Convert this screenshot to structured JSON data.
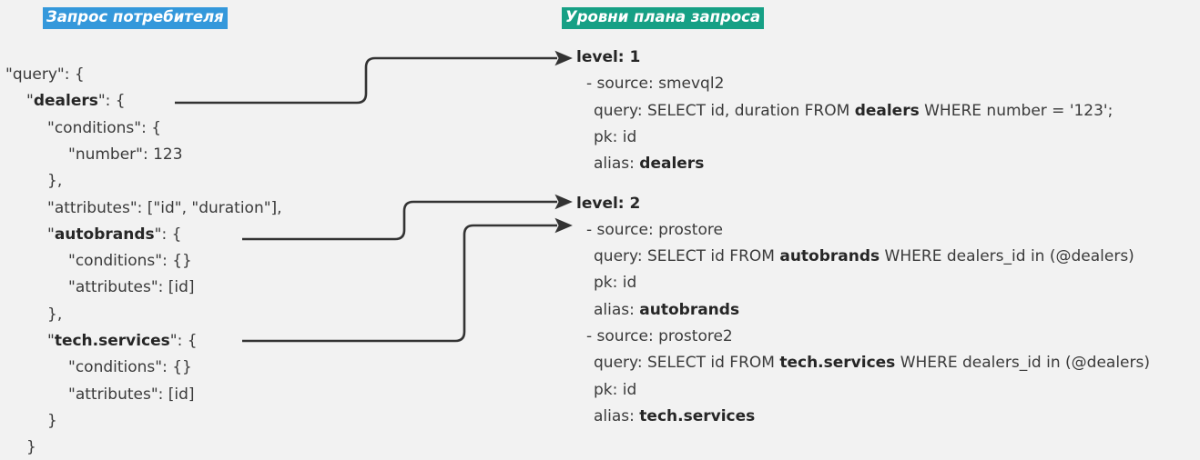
{
  "labels": {
    "left": "Запрос потребителя",
    "right": "Уровни плана запроса",
    "left_bg": "#3498db",
    "right_bg": "#16a085"
  },
  "consumer_query": {
    "lines": [
      {
        "indent": 0,
        "text": "\"query\": {"
      },
      {
        "indent": 1,
        "pre": "\"",
        "bold": "dealers",
        "post": "\": {"
      },
      {
        "indent": 2,
        "text": "\"conditions\": {"
      },
      {
        "indent": 3,
        "text": "\"number\": 123"
      },
      {
        "indent": 2,
        "text": "},"
      },
      {
        "indent": 2,
        "text": "\"attributes\": [\"id\", \"duration\"],"
      },
      {
        "indent": 2,
        "pre": "\"",
        "bold": "autobrands",
        "post": "\": {"
      },
      {
        "indent": 3,
        "text": "\"conditions\": {}"
      },
      {
        "indent": 3,
        "text": "\"attributes\": [id]"
      },
      {
        "indent": 2,
        "text": "},"
      },
      {
        "indent": 2,
        "pre": "\"",
        "bold": "tech.services",
        "post": "\": {"
      },
      {
        "indent": 3,
        "text": "\"conditions\": {}"
      },
      {
        "indent": 3,
        "text": "\"attributes\": [id]"
      },
      {
        "indent": 2,
        "text": "}"
      },
      {
        "indent": 1,
        "text": "}"
      }
    ]
  },
  "plan_levels": [
    {
      "heading": "level: 1",
      "sources": [
        {
          "source_label": "- source: smevql2",
          "query_pre": "query: SELECT id, duration FROM ",
          "query_bold": "dealers",
          "query_post": " WHERE number = '123';",
          "pk": "pk: id",
          "alias_pre": "alias: ",
          "alias_bold": "dealers"
        }
      ]
    },
    {
      "heading": "level: 2",
      "sources": [
        {
          "source_label": "- source: prostore",
          "query_pre": "query: SELECT id FROM ",
          "query_bold": "autobrands",
          "query_post": " WHERE dealers_id in (@dealers)",
          "pk": "pk: id",
          "alias_pre": "alias: ",
          "alias_bold": "autobrands"
        },
        {
          "source_label": "- source: prostore2",
          "query_pre": "query: SELECT id FROM ",
          "query_bold": "tech.services",
          "query_post": " WHERE dealers_id in (@dealers)",
          "pk": "pk: id",
          "alias_pre": "alias: ",
          "alias_bold": "tech.services"
        }
      ]
    }
  ],
  "connectors": {
    "stroke": "#333333",
    "count": 3,
    "descriptions": [
      "dealers -> level: 1",
      "autobrands -> level: 2 (upper arrow)",
      "tech.services -> level: 2 (lower arrow)"
    ]
  }
}
